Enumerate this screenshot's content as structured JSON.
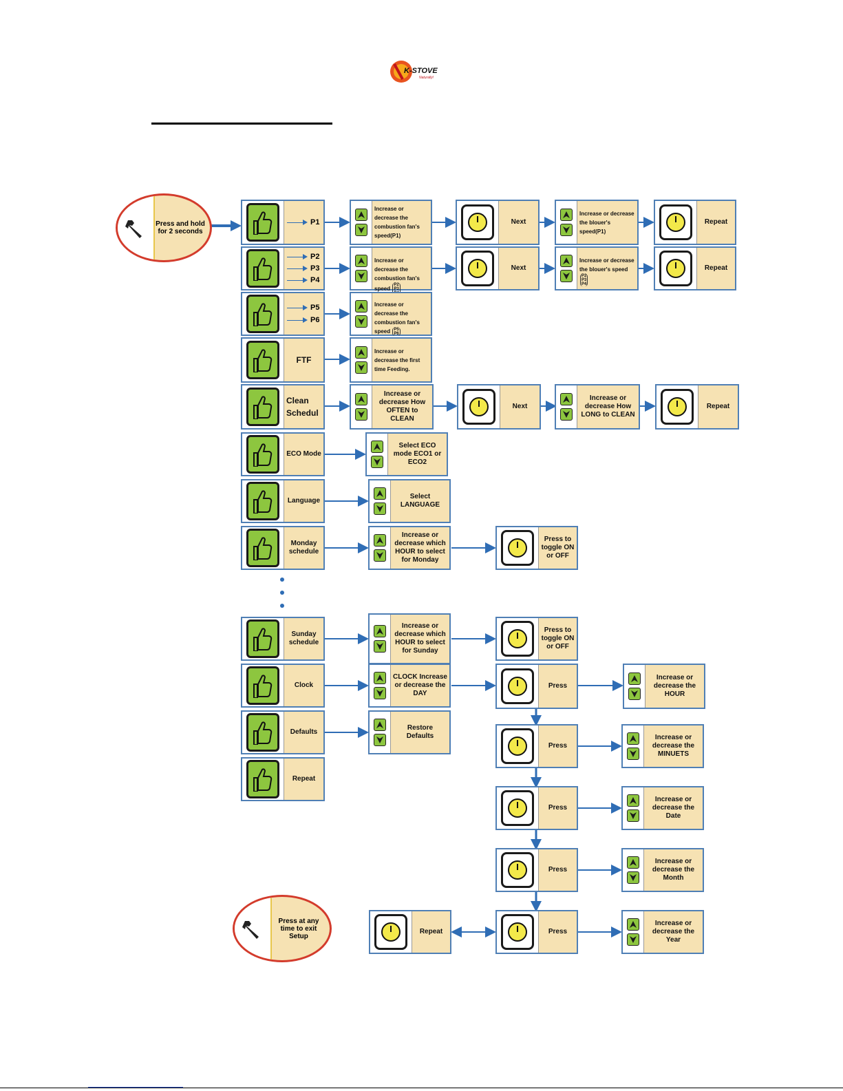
{
  "header": {
    "logo_text": "K-STOVE",
    "logo_tagline": "Naturally!"
  },
  "start": {
    "label": "Press and hold for 2 seconds"
  },
  "exit": {
    "label": "Press at any time to exit Setup"
  },
  "menu": [
    "P1",
    "P2",
    "P3",
    "P4",
    "P5",
    "P6",
    "FTF",
    "Clean",
    "Schedul",
    "ECO Mode",
    "Language",
    "Monday schedule",
    "Sunday schedule",
    "Clock",
    "Defaults",
    "Repeat"
  ],
  "steps": {
    "p1_adj": "Increase or decrease the combustion fan's speed(P1)",
    "p1_blower": "Increase or decrease the blouer's speed(P1)",
    "p234_adj": "Increase or decrease the combustion fan's speed",
    "p234_blower": "Increase or decrease the blouer's speed",
    "p56_adj": "Increase or decrease the combustion fan's speed",
    "ftf_adj": "Increase or decrease the first time Feeding.",
    "clean_often": "Increase or decrease How OFTEN to CLEAN",
    "clean_long": "Increase or decrease How LONG to CLEAN",
    "eco": "Select ECO mode ECO1 or ECO2",
    "language": "Select LANGUAGE",
    "monday_hour": "Increase or decrease which HOUR to select for Monday",
    "monday_toggle": "Press to toggle ON or OFF",
    "sunday_hour": "Increase or decrease which HOUR to select for Sunday",
    "sunday_toggle": "Press to toggle ON or OFF",
    "clock_day": "CLOCK Increase or decrease the DAY",
    "defaults": "Restore Defaults",
    "hour": "Increase or decrease the HOUR",
    "minutes": "Increase or decrease the MINUETS",
    "date": "Increase or decrease the Date",
    "month": "Increase or decrease the Month",
    "year": "Increase or decrease the Year"
  },
  "subs": {
    "p234": [
      "P2",
      "P3",
      "P4"
    ],
    "p56": [
      "P5",
      "P6"
    ]
  },
  "common": {
    "next": "Next",
    "repeat": "Repeat",
    "press": "Press"
  }
}
